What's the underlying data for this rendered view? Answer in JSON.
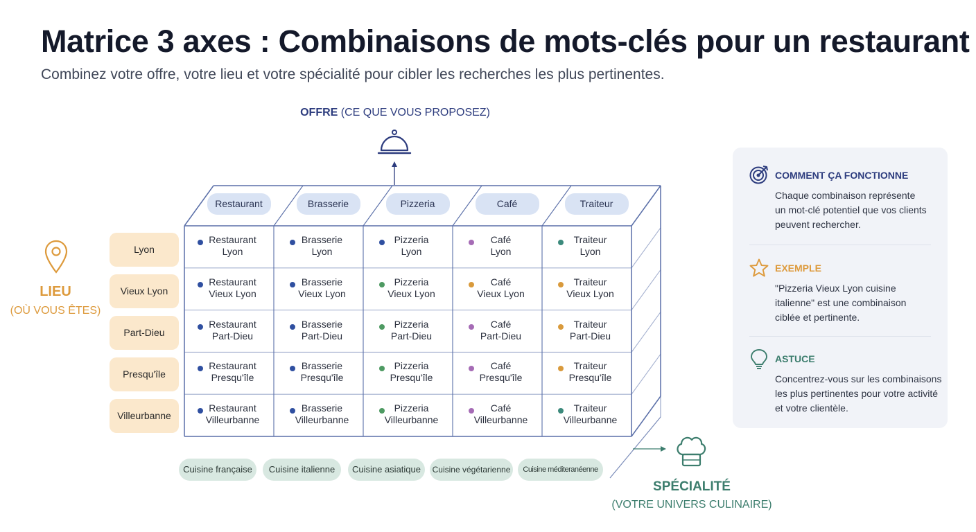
{
  "title": "Matrice 3 axes : Combinaisons de mots-clés pour un restaurant",
  "subtitle": "Combinez votre offre, votre lieu et votre spécialité pour cibler les recherches les plus pertinentes.",
  "axes": {
    "offre": {
      "label": "OFFRE",
      "sub": "(CE QUE VOUS PROPOSEZ)"
    },
    "lieu": {
      "label": "LIEU",
      "sub": "(OÙ VOUS ÊTES)"
    },
    "specialite": {
      "label": "SPÉCIALITÉ",
      "sub": "(VOTRE UNIVERS CULINAIRE)"
    }
  },
  "icons": {
    "offre": "cloche-icon",
    "lieu": "location-pin-icon",
    "specialite": "chef-hat-icon"
  },
  "offers": [
    "Restaurant",
    "Brasserie",
    "Pizzeria",
    "Café",
    "Traiteur"
  ],
  "locations": [
    "Lyon",
    "Vieux Lyon",
    "Part-Dieu",
    "Presqu'île",
    "Villeurbanne"
  ],
  "cells": [
    [
      [
        "Restaurant",
        "Lyon"
      ],
      [
        "Brasserie",
        "Lyon"
      ],
      [
        "Pizzeria",
        "Lyon"
      ],
      [
        "Café",
        "Lyon"
      ],
      [
        "Traiteur",
        "Lyon"
      ]
    ],
    [
      [
        "Restaurant",
        "Vieux Lyon"
      ],
      [
        "Brasserie",
        "Vieux Lyon"
      ],
      [
        "Pizzeria",
        "Vieux Lyon"
      ],
      [
        "Café",
        "Vieux Lyon"
      ],
      [
        "Traiteur",
        "Vieux Lyon"
      ]
    ],
    [
      [
        "Restaurant",
        "Part-Dieu"
      ],
      [
        "Brasserie",
        "Part-Dieu"
      ],
      [
        "Pizzeria",
        "Part-Dieu"
      ],
      [
        "Café",
        "Part-Dieu"
      ],
      [
        "Traiteur",
        "Part-Dieu"
      ]
    ],
    [
      [
        "Restaurant",
        "Presqu'île"
      ],
      [
        "Brasserie",
        "Presqu'île"
      ],
      [
        "Pizzeria",
        "Presqu'île"
      ],
      [
        "Café",
        "Presqu'île"
      ],
      [
        "Traiteur",
        "Presqu'île"
      ]
    ],
    [
      [
        "Restaurant",
        "Villeurbanne"
      ],
      [
        "Brasserie",
        "Villeurbanne"
      ],
      [
        "Pizzeria",
        "Villeurbanne"
      ],
      [
        "Café",
        "Villeurbanne"
      ],
      [
        "Traiteur",
        "Villeurbanne"
      ]
    ]
  ],
  "dot_colors": [
    [
      "#2f4fa0",
      "#2f4fa0",
      "#2f4fa0",
      "#a56bb5",
      "#3c8a7c"
    ],
    [
      "#2f4fa0",
      "#2f4fa0",
      "#4e9a62",
      "#d99a3c",
      "#d99a3c"
    ],
    [
      "#2f4fa0",
      "#2f4fa0",
      "#4e9a62",
      "#a56bb5",
      "#d99a3c"
    ],
    [
      "#2f4fa0",
      "#2f4fa0",
      "#4e9a62",
      "#a56bb5",
      "#d99a3c"
    ],
    [
      "#2f4fa0",
      "#2f4fa0",
      "#4e9a62",
      "#a56bb5",
      "#3c8a7c"
    ]
  ],
  "specialties": [
    "Cuisine française",
    "Cuisine italienne",
    "Cuisine asiatique",
    "Cuisine végétarienne",
    "Cuisine méditeranéenne"
  ],
  "colors": {
    "offre": "#2d3c7e",
    "lieu": "#dd9a3c",
    "specialite": "#3c7d6d",
    "grid": "#5a6fa8"
  },
  "panel": {
    "how": {
      "icon": "target-icon",
      "title": "COMMENT ÇA FONCTIONNE",
      "lines": [
        "Chaque combinaison représente",
        "un mot-clé potentiel que vos clients",
        "peuvent rechercher."
      ]
    },
    "example": {
      "icon": "star-icon",
      "title": "EXEMPLE",
      "lines": [
        "\"Pizzeria Vieux Lyon cuisine",
        "italienne\" est une combinaison",
        "ciblée et pertinente."
      ]
    },
    "tip": {
      "icon": "lightbulb-icon",
      "title": "ASTUCE",
      "lines": [
        "Concentrez-vous sur les combinaisons",
        "les plus pertinentes pour votre activité",
        "et votre clientèle."
      ]
    }
  }
}
